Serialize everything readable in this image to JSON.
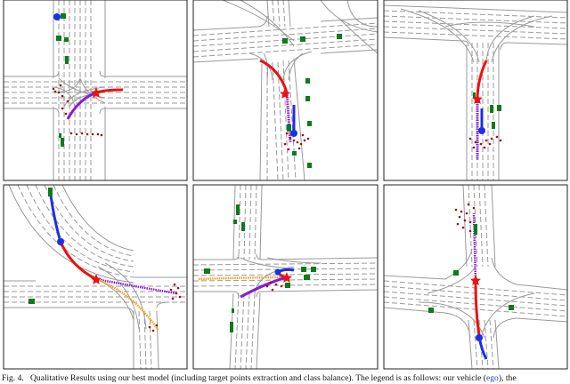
{
  "figure": {
    "panels": [
      {
        "id": "top-left"
      },
      {
        "id": "top-middle"
      },
      {
        "id": "top-right"
      },
      {
        "id": "bottom-left"
      },
      {
        "id": "bottom-middle"
      },
      {
        "id": "bottom-right"
      }
    ],
    "colors": {
      "road_lines": "#9a9a9a",
      "ego_vehicle": "#1a30e6",
      "ego_past": "#1a30e6",
      "ground_truth": "#ee1111",
      "prediction": "#8a18d8",
      "alt_prediction": "#f2a020",
      "objects": "#0f7a1a",
      "target_points": "#9a1010",
      "frame": "#222222"
    }
  },
  "caption": {
    "label": "Fig. 4.",
    "text_before": "Qualitative Results using our best model (including target points extraction and class balance). The legend is as follows: our vehicle (",
    "ego_word": "ego",
    "text_after": "), the"
  }
}
